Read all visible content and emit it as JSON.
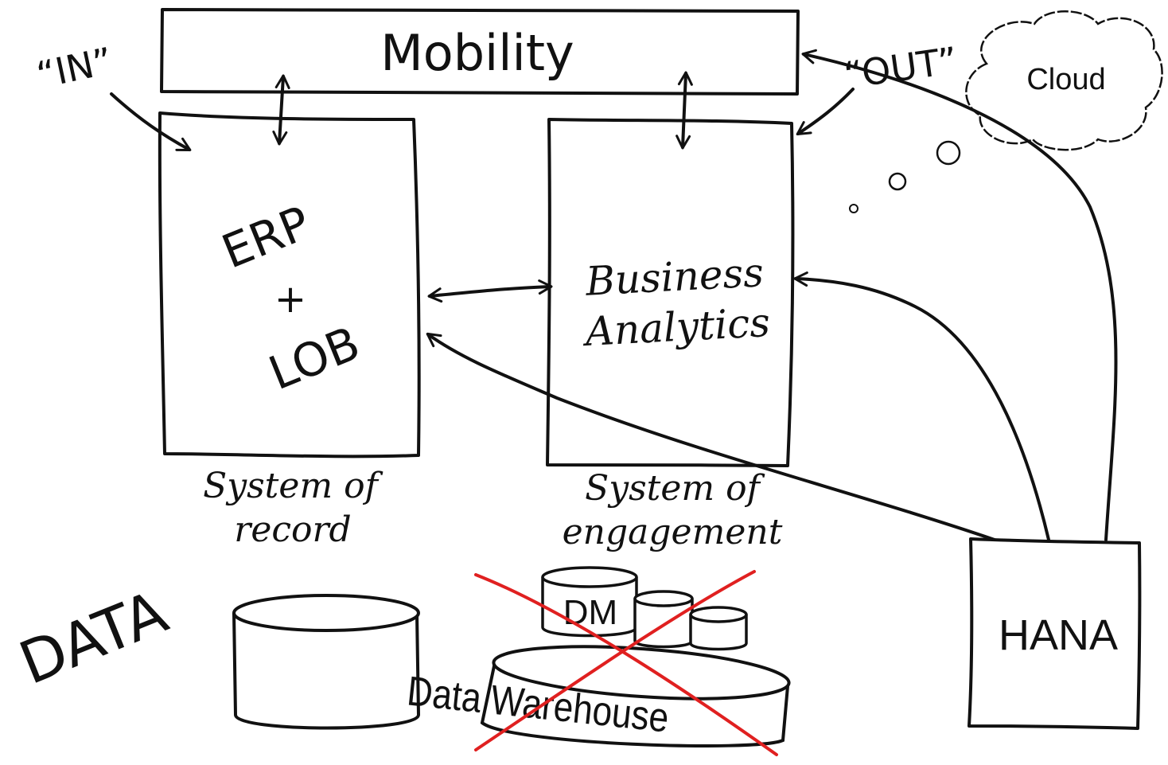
{
  "top": {
    "mobility": "Mobility",
    "in_label": "“IN”",
    "out_label": "“OUT”",
    "cloud": "Cloud"
  },
  "boxes": {
    "erp_line1": "ERP",
    "erp_line2": "+",
    "erp_line3": "LOB",
    "ba_line1": "Business",
    "ba_line2": "Analytics",
    "hana": "HANA"
  },
  "captions": {
    "record_line1": "System of",
    "record_line2": "record",
    "engagement_line1": "System of",
    "engagement_line2": "engagement"
  },
  "data": {
    "label": "DATA",
    "dm": "DM",
    "warehouse": "Data Warehouse"
  },
  "colors": {
    "ink": "#111111",
    "strike": "#e02020",
    "paper": "#ffffff"
  }
}
